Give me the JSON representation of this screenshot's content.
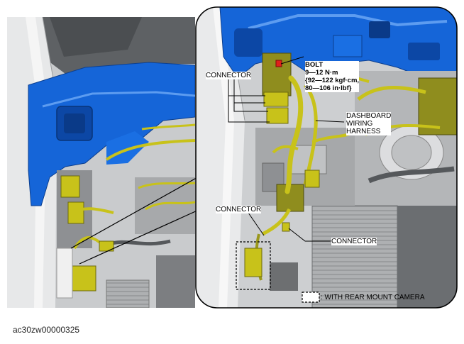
{
  "labels": {
    "bolt_title": "BOLT",
    "bolt_line1": "9—12 N·m",
    "bolt_line2": "{92—122 kgf·cm,",
    "bolt_line3": "80—106 in·lbf}",
    "connector_top": "CONNECTOR",
    "dashboard_line1": "DASHBOARD",
    "dashboard_line2": "WIRING",
    "dashboard_line3": "HARNESS",
    "connector_left": "CONNECTOR",
    "connector_right": "CONNECTOR",
    "legend_text": ": WITH REAR MOUNT CAMERA"
  },
  "caption": "ac30zw00000325",
  "colors": {
    "frame_blue": "#1565d8",
    "harness_yellow": "#c8c21a",
    "connector_olive": "#8f8d1e",
    "metal_gray": "#b9bbbd",
    "dark_gray": "#55585b",
    "highlight_red": "#e0201b"
  }
}
